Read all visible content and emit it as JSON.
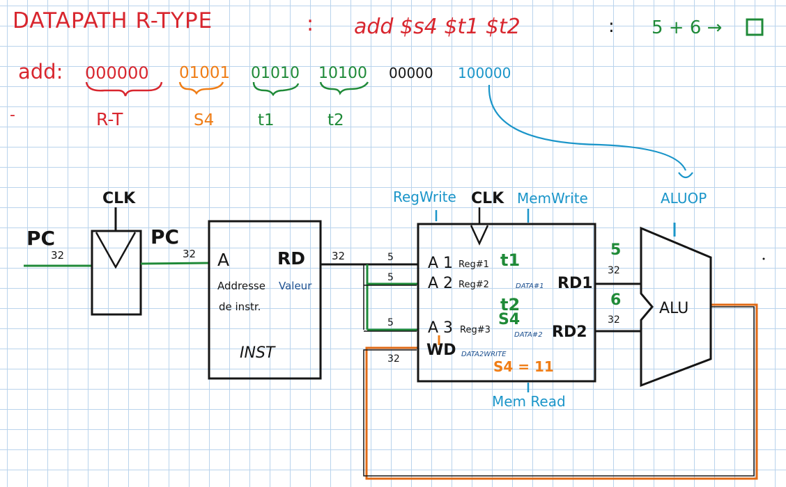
{
  "header": {
    "title": "DATAPATH R-TYPE",
    "colon": ":",
    "instruction": "add $s4 $t1 $t2",
    "colon2": ":",
    "result": "5 + 6 →",
    "result_box": ""
  },
  "encoding": {
    "label": "add:",
    "opcode": "000000",
    "rs": "01001",
    "rt": "01010",
    "rd": "10100",
    "shamt": "00000",
    "funct": "100000",
    "dash": "-",
    "opcode_note": "R-T",
    "rs_note": "S4",
    "rt_note": "t1",
    "rd_note": "t2"
  },
  "diagram": {
    "pc_in_label": "PC",
    "pc_in_width": "32",
    "clk_label": "CLK",
    "pc_out_label": "PC",
    "pc_out_width": "32",
    "inst_mem": {
      "port_a": "A",
      "port_rd": "RD",
      "note1": "Addresse",
      "note2": "de instr.",
      "note_value": "Valeur",
      "name": "INST"
    },
    "rd_bus_width": "32",
    "field_width_1": "5",
    "field_width_2": "5",
    "field_width_3": "5",
    "wd_bus_width": "32",
    "regfile": {
      "regwrite": "RegWrite",
      "clk": "CLK",
      "memwrite": "MemWrite",
      "a1": "A 1",
      "a1_reg": "Reg#1",
      "a1_val": "t1",
      "a2": "A 2",
      "a2_reg": "Reg#2",
      "data1": "DATA#1",
      "rd1": "RD1",
      "t2_label": "t2",
      "s4_label": "S4",
      "a3": "A 3",
      "a3_reg": "Reg#3",
      "data2": "DATA#2",
      "rd2": "RD2",
      "wd": "WD",
      "data2write": "DATA2WRITE",
      "s4_result": "S4 = 11",
      "memread": "Mem Read"
    },
    "alu": {
      "aluop": "ALUOP",
      "name": "ALU",
      "in1_value": "5",
      "in1_width": "32",
      "in2_value": "6",
      "in2_width": "32"
    }
  },
  "colors": {
    "red": "#d8262e",
    "orange": "#ef7d16",
    "green": "#1f8a38",
    "blue": "#1a95c9",
    "black": "#151515",
    "navy": "#1b4f8f",
    "grid": "#b9d3ec"
  }
}
